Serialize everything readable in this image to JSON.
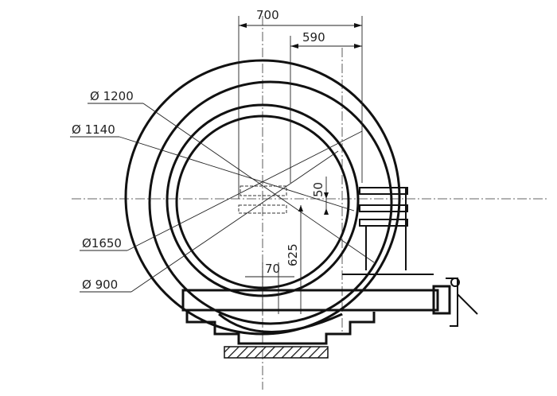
{
  "drawing": {
    "dimensions": {
      "width_700": "700",
      "width_590": "590",
      "dia_1200": "Ø 1200",
      "dia_1140": "Ø 1140",
      "dia_1650": "Ø1650",
      "dia_900": "Ø 900",
      "offset_50": "50",
      "height_625": "625",
      "width_70": "70"
    }
  }
}
